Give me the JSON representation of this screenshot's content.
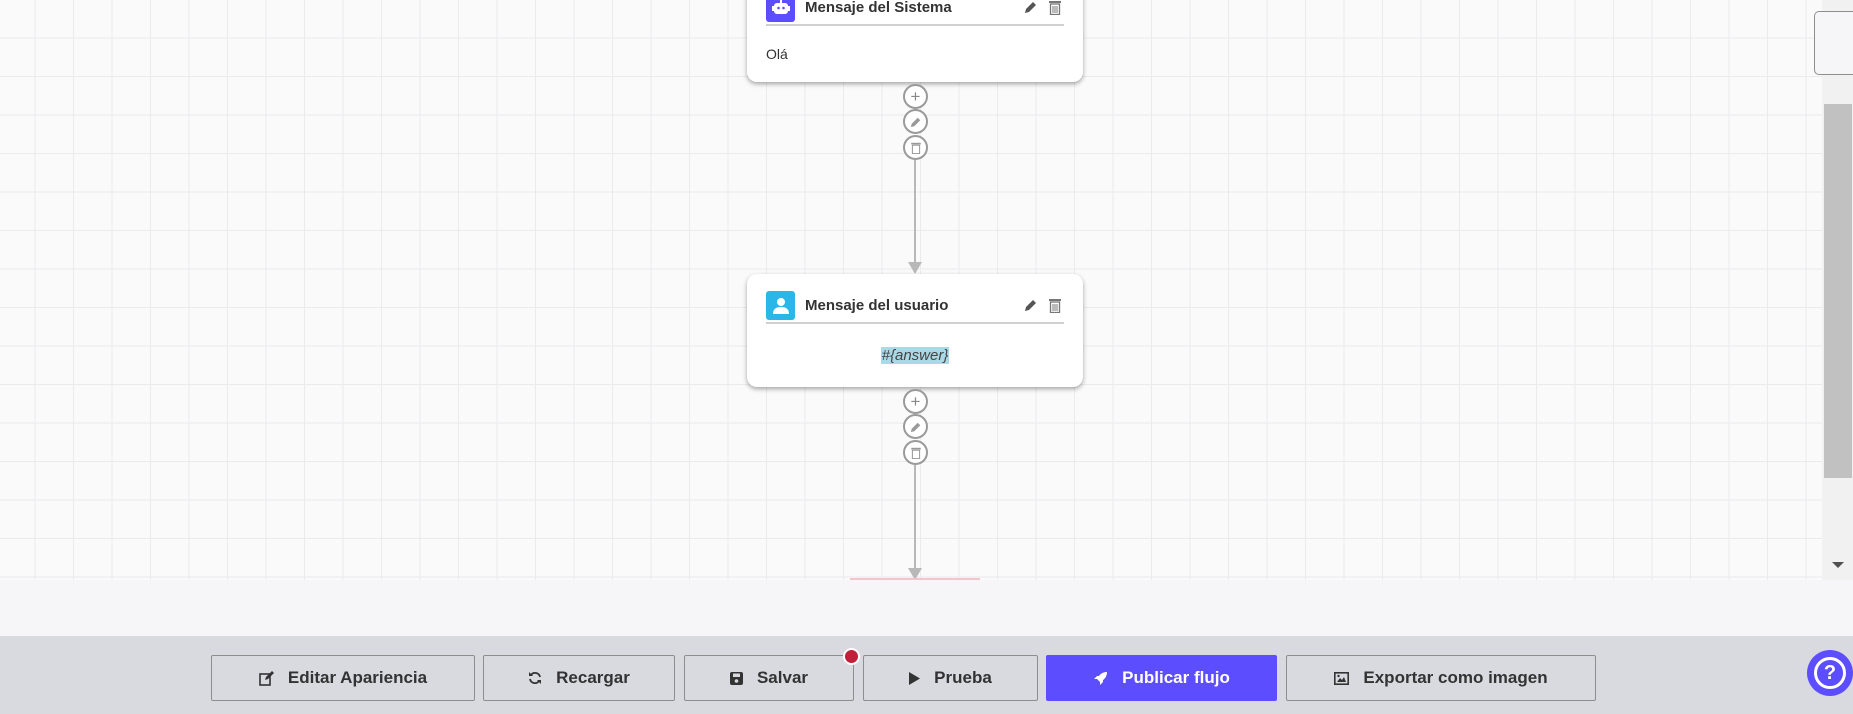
{
  "nodes": [
    {
      "title": "Mensaje del Sistema",
      "body": "Olá",
      "icon": "robot-icon",
      "icon_color": "#5c4dff"
    },
    {
      "title": "Mensaje del usuario",
      "body": "#{answer}",
      "icon": "user-icon",
      "icon_color": "#2bb6e8"
    }
  ],
  "toolbar": {
    "edit_appearance": "Editar Apariencia",
    "reload": "Recargar",
    "save": "Salvar",
    "test": "Prueba",
    "publish": "Publicar flujo",
    "export": "Exportar como imagen"
  },
  "colors": {
    "primary": "#5c4dff",
    "unsaved_dot": "#c0203a"
  }
}
